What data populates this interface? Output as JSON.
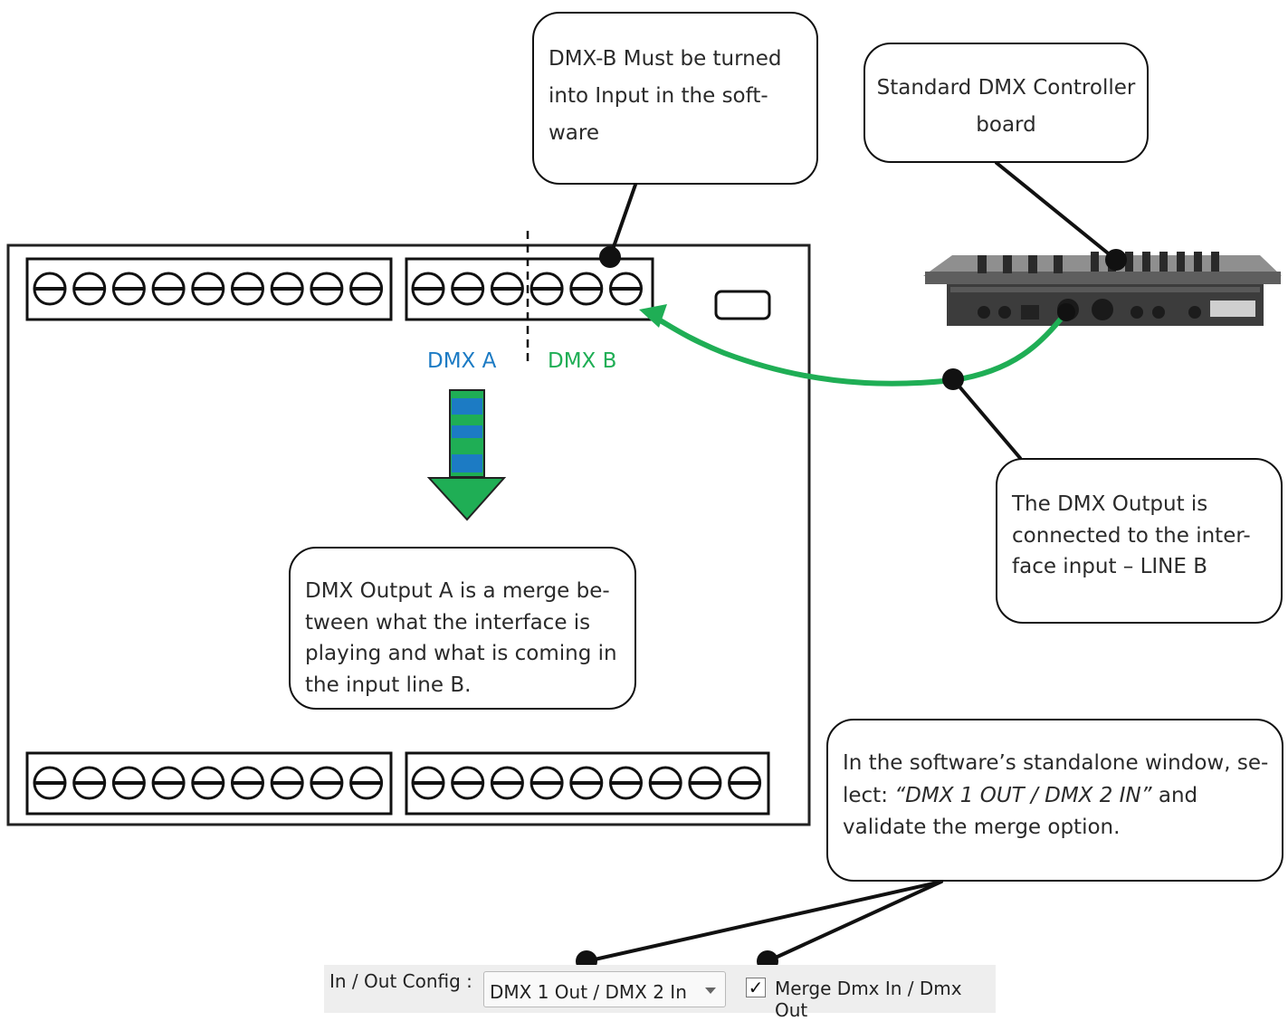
{
  "labels": {
    "dmx_a": "DMX A",
    "dmx_b": "DMX B"
  },
  "callouts": {
    "dmx_b_input": "DMX-B Must be turned into Input in the soft-ware",
    "controller_board": "Standard DMX Controller board",
    "dmx_output": "The DMX Output is connected to the inter-face input – LINE B",
    "merge_description": "DMX Output A is a merge be-tween what the interface is playing and what is coming in the input line B.",
    "software_instruction_prefix": "In the software’s standalone window, se-lect: ",
    "software_instruction_option": "“DMX 1 OUT / DMX 2 IN”",
    "software_instruction_suffix": " and validate the merge option."
  },
  "config": {
    "label": "In / Out Config :",
    "selected_option": "DMX 1 Out / DMX 2 In",
    "merge_checkbox_checked": true,
    "merge_checkbox_mark": "✓",
    "merge_label": "Merge Dmx In / Dmx Out"
  },
  "colors": {
    "dmx_a": "#1c7bc4",
    "dmx_b": "#1fae55",
    "signal_cable": "#1fae55",
    "outline": "#111111"
  },
  "terminal_blocks": {
    "top_left_screws": 9,
    "top_right_screws": 6,
    "bottom_left_screws": 9,
    "bottom_right_screws": 9
  },
  "icons": {
    "terminal_screw": "terminal-screw-icon",
    "controller": "dmx-controller-board",
    "merge_arrow": "down-arrow-icon",
    "dropdown": "chevron-down-icon",
    "checkbox": "checkbox-icon"
  }
}
